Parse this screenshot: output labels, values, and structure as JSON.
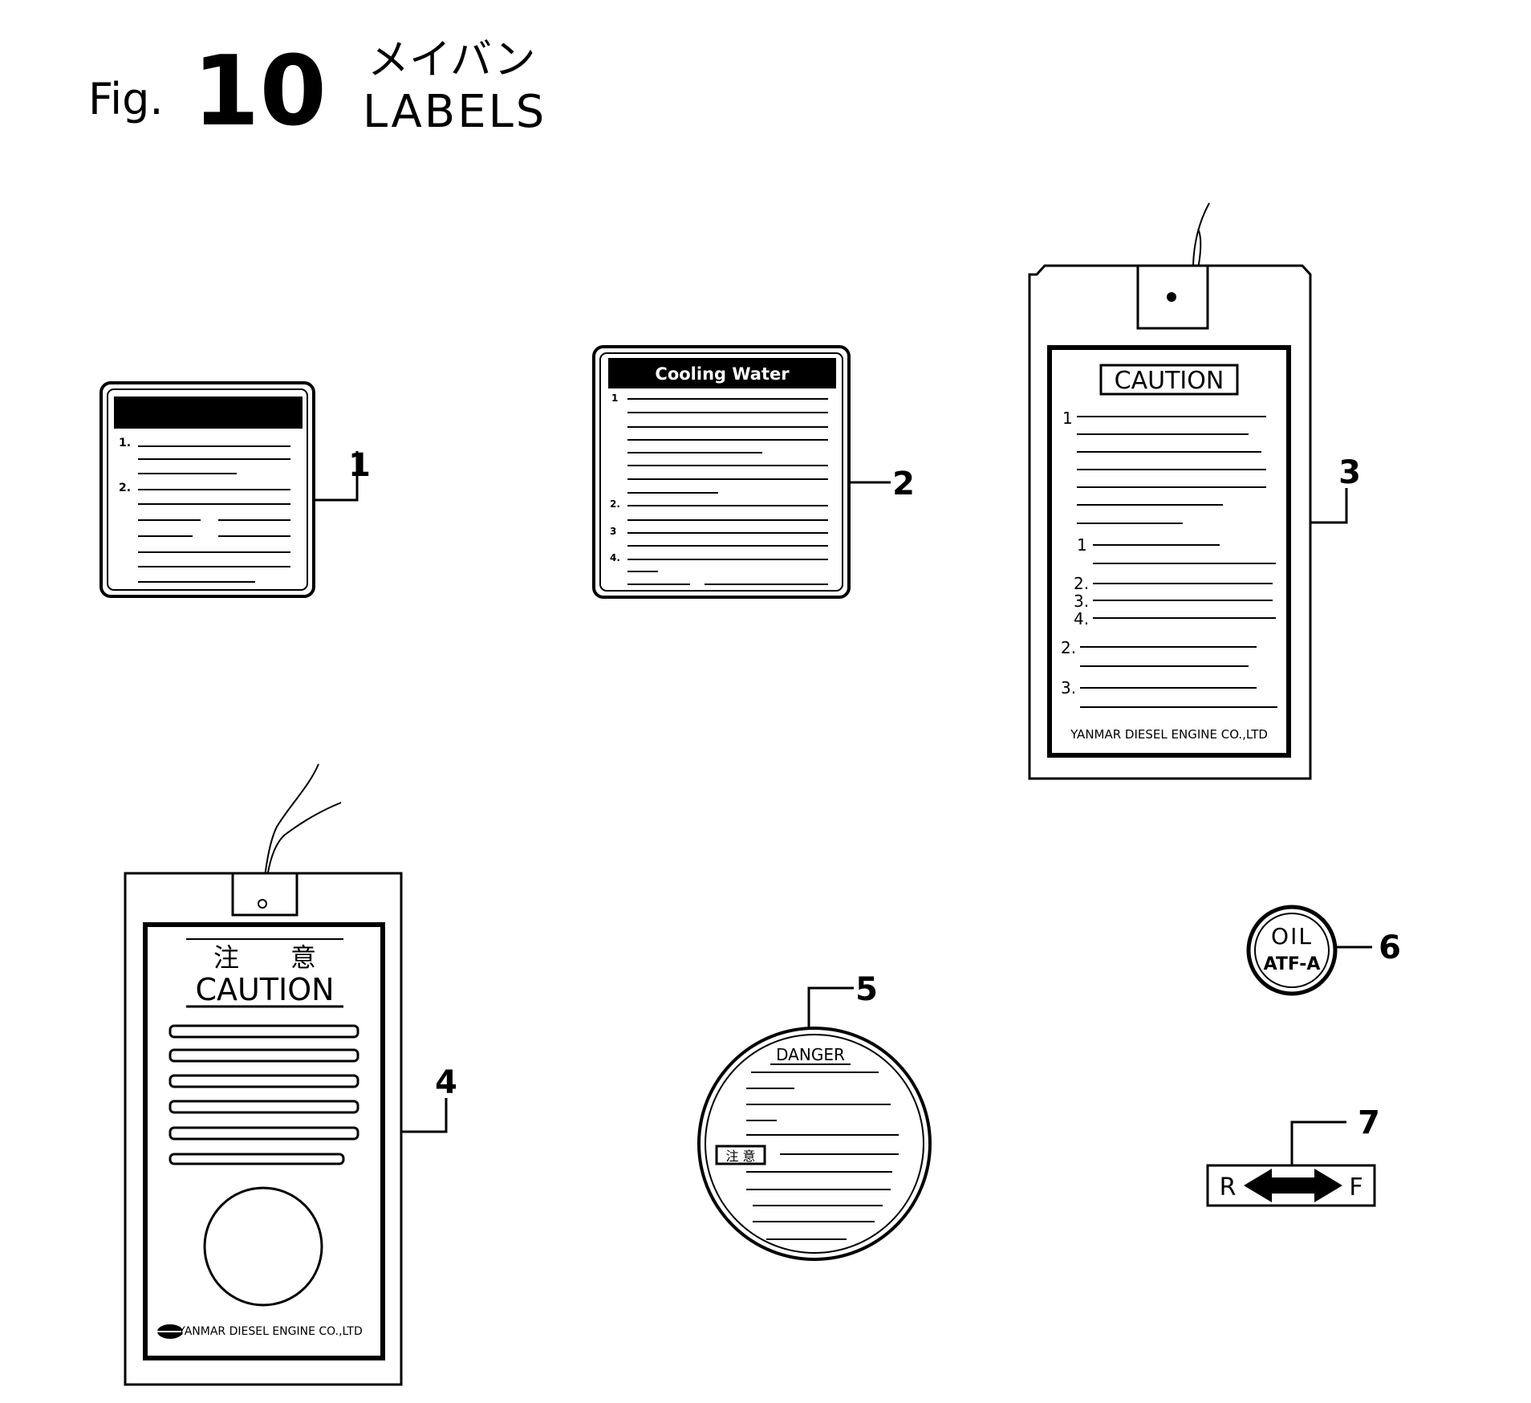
{
  "header": {
    "fig_prefix": "Fig.",
    "fig_number": "10",
    "title_jp": "メイバン",
    "title_en": "LABELS"
  },
  "labels": [
    {
      "callout": "1",
      "list_numbers": [
        "1.",
        "2."
      ]
    },
    {
      "callout": "2",
      "heading": "Cooling Water",
      "list_numbers": [
        "1",
        "2.",
        "3",
        "4."
      ]
    },
    {
      "callout": "3",
      "heading": "CAUTION",
      "list_numbers": [
        "1",
        "1",
        "2.",
        "3.",
        "4.",
        "2.",
        "3."
      ],
      "footer": "YANMAR DIESEL ENGINE CO.,LTD"
    },
    {
      "callout": "4",
      "heading_jp": "注　　意",
      "heading": "CAUTION",
      "footer": "YANMAR DIESEL ENGINE CO.,LTD"
    },
    {
      "callout": "5",
      "heading": "DANGER",
      "badge_jp": "注 意"
    },
    {
      "callout": "6",
      "line1": "OIL",
      "line2": "ATF-A"
    },
    {
      "callout": "7",
      "left": "R",
      "right": "F"
    }
  ]
}
